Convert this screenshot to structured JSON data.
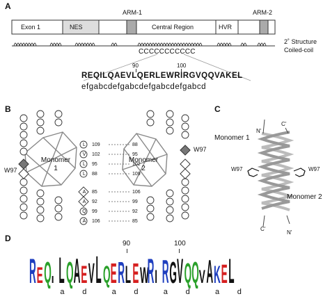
{
  "panelA": {
    "letter": "A",
    "arm1": "ARM-1",
    "arm2": "ARM-2",
    "domains": [
      "Exon 1",
      "NES",
      "Central Region",
      "HVR"
    ],
    "legend_line1": "2˚ Structure",
    "legend_line2": "Coiled-coil",
    "cc": "CCCCCCCCCCC",
    "num90": "90",
    "num100": "100",
    "sequence": "REQILQAEVLQERLEWRIRGVQQVAKEL",
    "heptad": "efgabcdefgabcdefgabcdefgabcd"
  },
  "panelB": {
    "letter": "B",
    "monomer1": "Monomer",
    "monomer1_num": "1",
    "monomer2": "Monomer",
    "monomer2_num": "2",
    "w97_left": "W97",
    "w97_right": "W97",
    "pairs": [
      {
        "res": "L",
        "left": "109",
        "right": "88"
      },
      {
        "res": "V",
        "left": "102",
        "right": "95"
      },
      {
        "res": "L",
        "left": "95",
        "right": "102"
      },
      {
        "res": "L",
        "left": "88",
        "right": "109"
      },
      {
        "res": "A",
        "left": "85",
        "right": "106"
      },
      {
        "res": "A",
        "left": "92",
        "right": "99"
      },
      {
        "res": "Q",
        "left": "99",
        "right": "92"
      },
      {
        "res": "A",
        "left": "106",
        "right": "85"
      }
    ],
    "left_col_a": [
      "+",
      "−",
      "◇",
      "+",
      "◇",
      "−",
      "+",
      "−",
      "◇",
      "+",
      "+"
    ],
    "left_col_b": [
      "−",
      "+",
      "◇",
      "+",
      "◇",
      "−",
      "◇",
      "+",
      "−",
      "◇"
    ],
    "right_col_a": [
      "−",
      "+",
      "◇",
      "+",
      "−",
      "◇",
      "+",
      "−",
      "+",
      "+"
    ],
    "right_col_b": [
      "+",
      "−",
      "◇",
      "+",
      "◇",
      "−",
      "+",
      "◇",
      "−",
      "+",
      "+"
    ]
  },
  "panelC": {
    "letter": "C",
    "monomer1": "Monomer 1",
    "monomer2": "Monomer 2",
    "n_top": "N'",
    "c_top": "C'",
    "n_bot": "N'",
    "c_bot": "C'",
    "w97_left": "W97",
    "w97_right": "W97"
  },
  "panelD": {
    "letter": "D",
    "num90": "90",
    "num100": "100",
    "letters": [
      {
        "c": "R",
        "col": "#1f3fbf"
      },
      {
        "c": "E",
        "col": "#d62020"
      },
      {
        "c": "Q",
        "col": "#2aa02a"
      },
      {
        "c": "I",
        "col": "#111111"
      },
      {
        "c": "L",
        "col": "#111111"
      },
      {
        "c": "Q",
        "col": "#2aa02a"
      },
      {
        "c": "A",
        "col": "#111111"
      },
      {
        "c": "E",
        "col": "#d62020"
      },
      {
        "c": "V",
        "col": "#111111"
      },
      {
        "c": "L",
        "col": "#111111"
      },
      {
        "c": "Q",
        "col": "#2aa02a"
      },
      {
        "c": "E",
        "col": "#d62020"
      },
      {
        "c": "R",
        "col": "#1f3fbf"
      },
      {
        "c": "L",
        "col": "#111111"
      },
      {
        "c": "E",
        "col": "#d62020"
      },
      {
        "c": "W",
        "col": "#111111"
      },
      {
        "c": "R",
        "col": "#1f3fbf"
      },
      {
        "c": "I",
        "col": "#111111"
      },
      {
        "c": "R",
        "col": "#1f3fbf"
      },
      {
        "c": "G",
        "col": "#111111"
      },
      {
        "c": "V",
        "col": "#111111"
      },
      {
        "c": "Q",
        "col": "#2aa02a"
      },
      {
        "c": "Q",
        "col": "#2aa02a"
      },
      {
        "c": "V",
        "col": "#111111"
      },
      {
        "c": "A",
        "col": "#111111"
      },
      {
        "c": "K",
        "col": "#1f3fbf"
      },
      {
        "c": "E",
        "col": "#d62020"
      },
      {
        "c": "L",
        "col": "#111111"
      }
    ],
    "heights": [
      0.85,
      0.55,
      0.75,
      0.25,
      0.9,
      0.75,
      0.85,
      0.6,
      0.7,
      0.95,
      0.6,
      0.7,
      0.75,
      0.6,
      0.7,
      0.55,
      0.85,
      0.45,
      0.8,
      0.75,
      0.85,
      0.7,
      0.75,
      0.45,
      0.8,
      0.6,
      0.65,
      0.85
    ],
    "heptad_marks": [
      "a",
      "d",
      "a",
      "d",
      "a",
      "d",
      "a",
      "d"
    ]
  }
}
